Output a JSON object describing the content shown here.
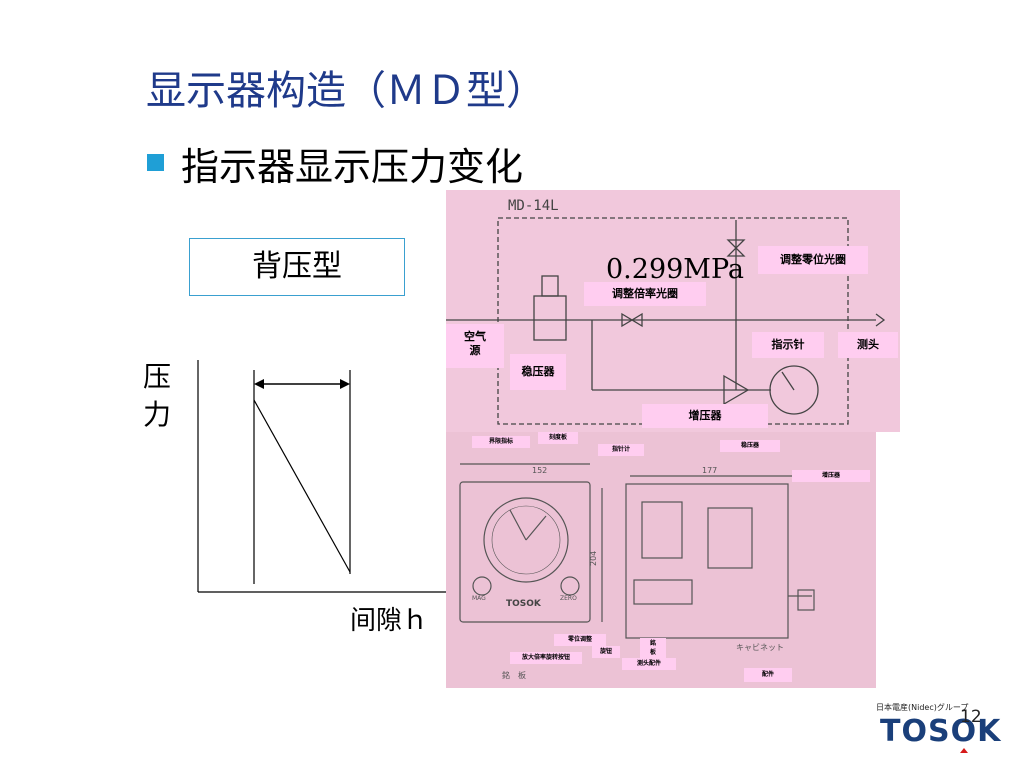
{
  "slide": {
    "title": "显示器构造（ＭＤ型）",
    "bullet": "指示器显示压力变化",
    "type_box": "背压型",
    "graph": {
      "y_label": "压力",
      "x_label": "间隙ｈ"
    },
    "page_number": "12"
  },
  "diagram_top": {
    "model": "MD-14L",
    "pressure_readout": "0.299MPa",
    "labels": {
      "zero_iris": "调整零位光圈",
      "ratio_iris": "调整倍率光圈",
      "air_source": "空气\n源",
      "regulator": "稳压器",
      "pointer": "指示针",
      "probe": "测头",
      "booster": "增压器"
    }
  },
  "diagram_bottom": {
    "dim_width": "152",
    "dim_depth": "177",
    "dim_height": "204",
    "gauge_brand": "TOSOK",
    "knob_left": "MAG",
    "knob_right": "ZERO",
    "cabinet_text": "キャビネット",
    "plate_text": "銘　板",
    "labels": {
      "limit_indicator": "界限指标",
      "scale_plate": "刻度板",
      "pointer_gauge": "指针计",
      "regulator": "稳压器",
      "booster": "增压器",
      "zero_adjust": "零位调整",
      "knob": "旋钮",
      "plate": "銘\n板",
      "ratio_knob": "放大倍率旋转按钮",
      "probe_fitting": "测头配件",
      "fitting": "配件"
    }
  },
  "logo": {
    "group_text": "日本電産(Nidec)グループ",
    "brand": "TOSOK"
  },
  "colors": {
    "title": "#1f3a8a",
    "bullet": "#1f9fd6",
    "label_bg": "#ffcdf0",
    "photo_bg": "#f1c8dc"
  }
}
